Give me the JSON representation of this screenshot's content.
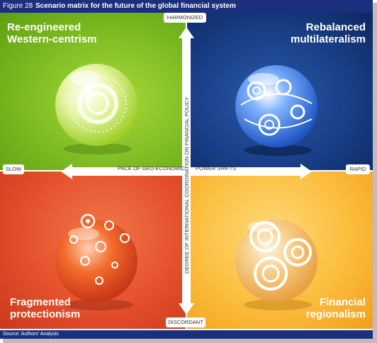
{
  "header": {
    "figure_label": "Figure 28",
    "title": "Scenario matrix for the future of the global financial system"
  },
  "quadrants": {
    "top_left": "Re-engineered\nWestern-centrism",
    "top_right": "Rebalanced\nmultilateralism",
    "bottom_left": "Fragmented\nprotectionism",
    "bottom_right": "Financial\nregionalism"
  },
  "axes": {
    "top": "HARMONIZED",
    "bottom": "DISCORDANT",
    "left": "SLOW",
    "right": "RAPID",
    "horizontal_label_left": "PACE OF GEO-ECONOMIC",
    "horizontal_label_right": "POWER SHIFTS",
    "vertical_label": "DEGREE OF INTERNATIONAL COORDINATION ON FINANCIAL POLICY"
  },
  "colors": {
    "header": "#1c2f7c",
    "top_left": "#7dbb22",
    "top_right": "#183f87",
    "bottom_left": "#e5502c",
    "bottom_right": "#fbbd3c"
  },
  "footer": {
    "source": "Source: Authors' Analysis"
  }
}
